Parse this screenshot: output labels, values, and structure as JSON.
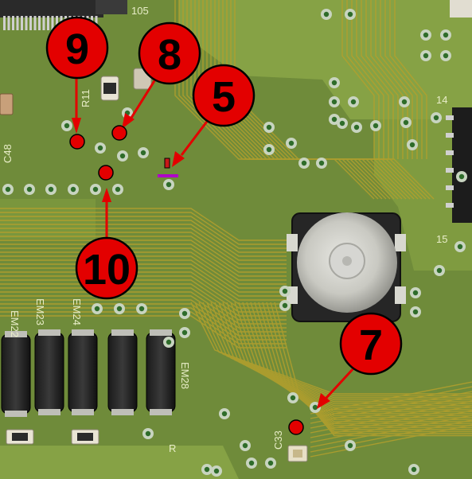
{
  "colors": {
    "board": "#6f8b3a",
    "board_light": "#8aa544",
    "trace": "#b5a02c",
    "pad": "#c8d4c0",
    "hole": "#2e6c2a",
    "marker": "#e30000",
    "marker_stroke": "#000000",
    "highlight": "#b000c8"
  },
  "markers": [
    {
      "id": "m9",
      "label": "9"
    },
    {
      "id": "m8",
      "label": "8"
    },
    {
      "id": "m5",
      "label": "5"
    },
    {
      "id": "m10",
      "label": "10"
    },
    {
      "id": "m7",
      "label": "7"
    }
  ],
  "silkscreen": {
    "ic_label": "105",
    "r_label": "R11",
    "c_label": "C48",
    "u_label": "14",
    "pin_label": "15",
    "cap_label": "C33",
    "em_labels": [
      "EM22",
      "EM23",
      "EM24",
      "EM28"
    ],
    "r_bottom": "R"
  },
  "icons": {
    "button": "push-button-icon"
  }
}
